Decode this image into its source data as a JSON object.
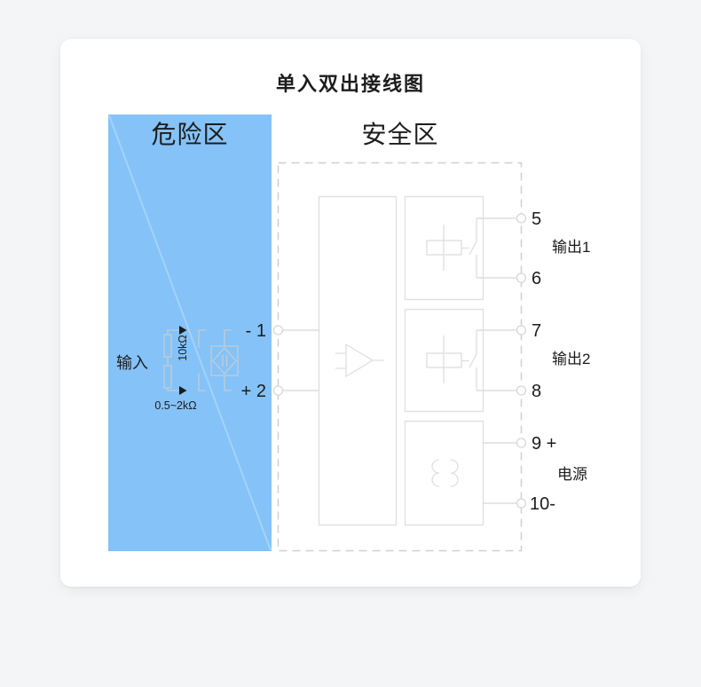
{
  "title": "单入双出接线图",
  "zones": {
    "hazard": "危险区",
    "safe": "安全区"
  },
  "hazard_circuit": {
    "input_label": "输入",
    "resistor_top": "10kΩ",
    "resistor_bottom": "0.5~2kΩ",
    "terminal_1": "- 1",
    "terminal_2": "+ 2"
  },
  "safe_circuit": {
    "terminals": {
      "t5": "5",
      "t6": "6",
      "t7": "7",
      "t8": "8",
      "t9": "9 +",
      "t10": "10-"
    },
    "groups": {
      "output1": "输出1",
      "output2": "输出2",
      "power": "电源"
    }
  },
  "colors": {
    "page-bg": "#f4f5f6",
    "card-bg": "#ffffff",
    "hazard-blue": "#85c2f7",
    "hazard-diagonal": "#a4d2fa",
    "hazard-line": "#c2cdd6",
    "safe-line": "#dfdfdf",
    "wire-line": "#d7d7d7",
    "dash-border": "#d0d0d0",
    "text": "#1c1c1c"
  }
}
